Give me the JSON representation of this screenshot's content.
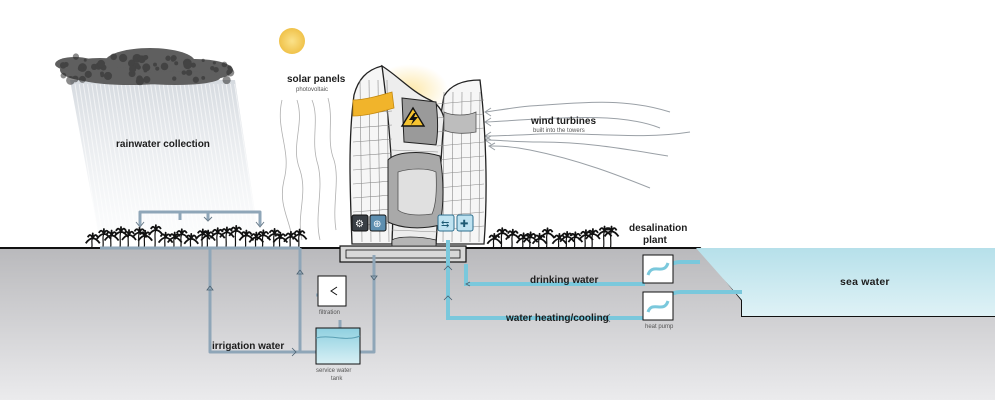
{
  "labels": {
    "solar_title": "solar panels",
    "solar_sub": "photovoltaic",
    "wind_title": "wind turbines",
    "wind_sub": "built into the towers",
    "rain_title": "rainwater collection",
    "desal_line1": "desalination",
    "desal_line2": "plant",
    "sea": "sea water",
    "drinking": "drinking water",
    "heating": "water heating/cooling",
    "irrigation": "irrigation water",
    "filtration": "filtration",
    "tank_line1": "service water",
    "tank_line2": "tank",
    "heat_pump": "heat pump"
  },
  "colors": {
    "ground": "#c9c9cb",
    "sea": "#bfe6ee",
    "pipe_grey": "#8fa6b8",
    "pipe_cyan": "#6fc4da",
    "sun": "#f2c94c",
    "solar_panel": "#f1b42b",
    "cloud": "#5f5f5f"
  },
  "icons": [
    "sun-icon",
    "cloud-icon",
    "lightning-warning-icon",
    "filtration-unit-icon",
    "heat-exchanger-icon"
  ]
}
